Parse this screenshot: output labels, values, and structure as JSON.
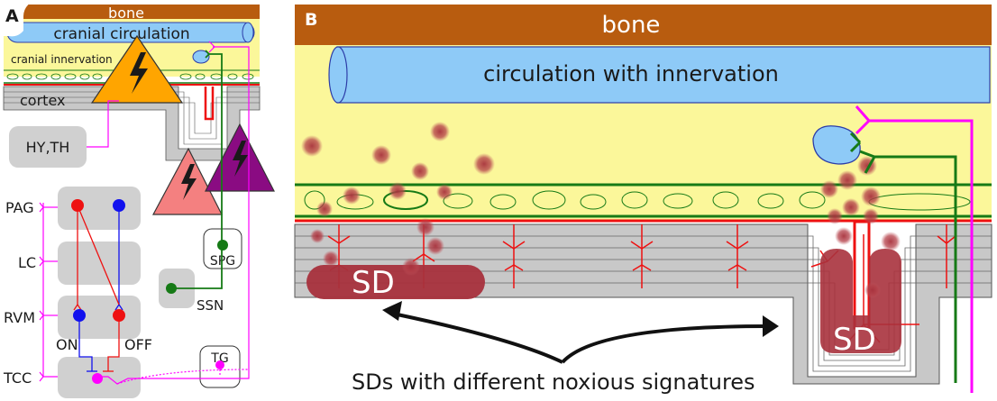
{
  "panel_a": {
    "letter": "A",
    "bone": "bone",
    "circulation": "cranial circulation",
    "innervation": "cranial innervation",
    "cortex": "cortex",
    "hy_th": "HY,TH",
    "pag": "PAG",
    "lc": "LC",
    "rvm": "RVM",
    "tcc": "TCC",
    "on": "ON",
    "off": "OFF",
    "spg": "SPG",
    "ssn": "SSN",
    "tg": "TG"
  },
  "panel_b": {
    "letter": "B",
    "bone": "bone",
    "circulation": "circulation with innervation",
    "sd_left": "SD",
    "sd_right": "SD",
    "caption": "SDs with different noxious signatures"
  },
  "colors": {
    "bone": "#b85c0f",
    "circulation": "#8ecaf7",
    "meninges": "#fbf79a",
    "cortex": "#c8c8c8",
    "nucleus": "#d0d0d0",
    "magenta": "#ff00ff",
    "green": "#167a16",
    "red": "#ee1111",
    "blue": "#1111ee",
    "sd": "#a8323d",
    "warning_orange": "#ffa500",
    "warning_pink": "#f48080",
    "warning_purple": "#8a0b82"
  }
}
